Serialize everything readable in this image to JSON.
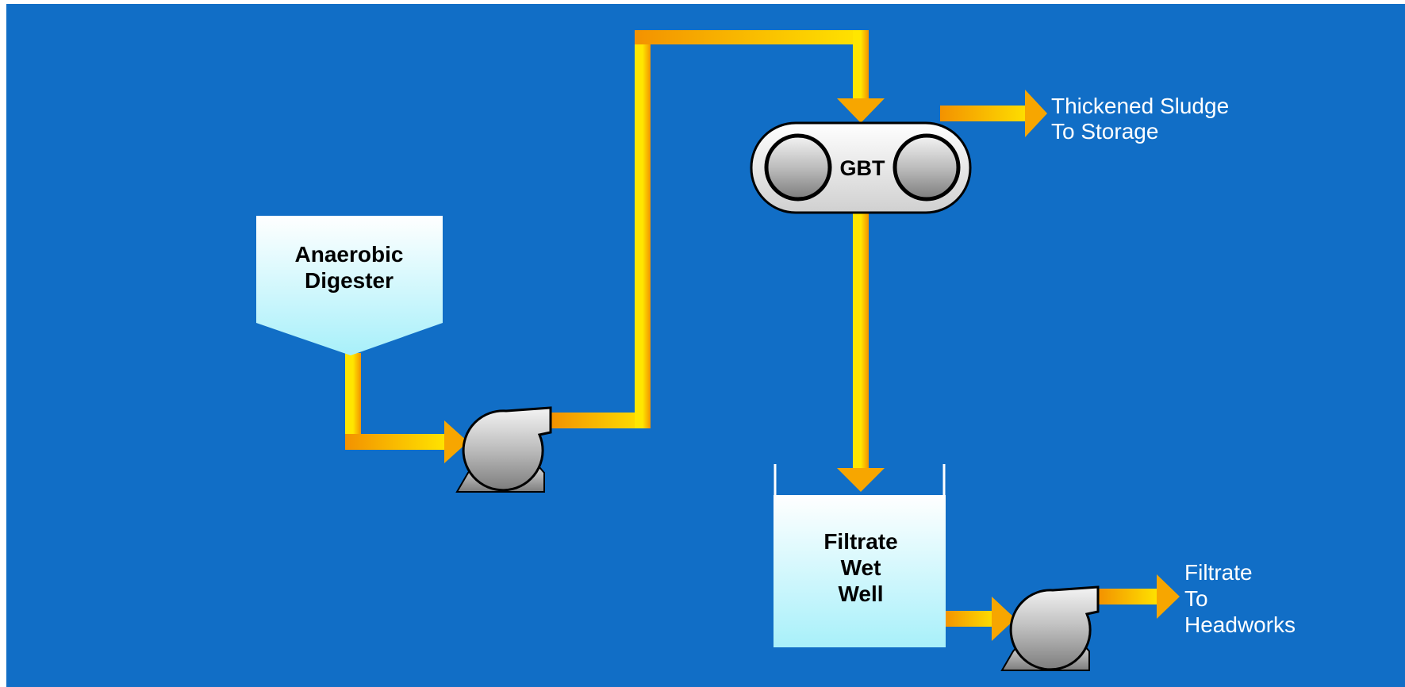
{
  "colors": {
    "background": "#116EC6",
    "pipe_light": "#FFE600",
    "pipe_dark": "#F39200",
    "vessel_top": "#FFFFFF",
    "vessel_bottom": "#A8F0FA",
    "outline": "#000000"
  },
  "units": {
    "digester": {
      "lines": [
        "Anaerobic",
        "Digester"
      ]
    },
    "gbt": {
      "label": "GBT"
    },
    "wet_well": {
      "lines": [
        "Filtrate",
        "Wet",
        "Well"
      ]
    }
  },
  "outputs": {
    "sludge": {
      "lines": [
        "Thickened Sludge",
        "To Storage"
      ]
    },
    "filtrate": {
      "lines": [
        "Filtrate",
        "To",
        "Headworks"
      ]
    }
  },
  "icons": [
    "centrifugal-pump-icon",
    "belt-roller-icon",
    "flow-arrow-icon"
  ]
}
